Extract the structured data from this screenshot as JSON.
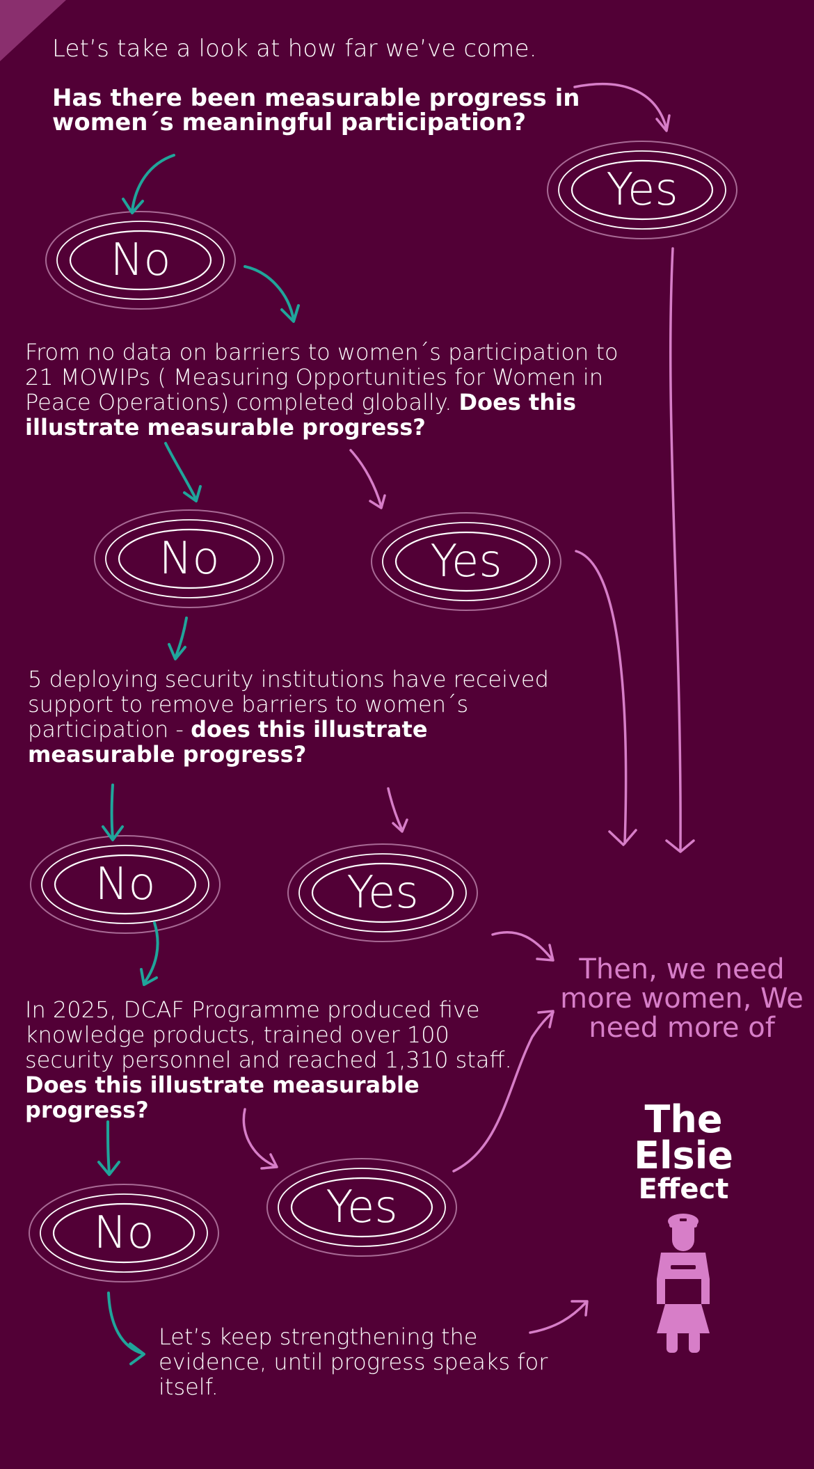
{
  "intro": "Let’s take a look at how far we’ve come.",
  "question1": "Has there been measurable progress in women´s meaningful participation?",
  "step2": {
    "text": "From no data on barriers to women´s participation to 21 MOWIPs ( Measuring Opportunities for Women in Peace Operations) completed globally.",
    "question": "Does this illustrate measurable progress?"
  },
  "step3": {
    "text": "5 deploying security institutions have received support to remove barriers to women´s participation -",
    "question": "does this illustrate measurable progress?"
  },
  "step4": {
    "text": "In 2025, DCAF Programme produced five knowledge products, trained over 100 security personnel and  reached 1,310 staff.",
    "question": "Does this illustrate measurable progress?"
  },
  "closing": "Let’s keep  strengthening the evidence, until progress speaks for itself.",
  "answers": {
    "yes": "Yes",
    "no": "No"
  },
  "conclusion": "Then,  we need more women, We need more of",
  "effect": {
    "line1": "The",
    "line2": "Elsie",
    "line3": "Effect"
  },
  "colors": {
    "background": "#520036",
    "no_arrow": "#20a59b",
    "yes_arrow": "#d77ec8",
    "bubble_outer": "#a86a95",
    "bubble_inner": "#ffffff",
    "figure": "#d77ec8"
  },
  "icons": [
    "corner-triangle",
    "curved-arrow",
    "peacekeeper-figure-icon"
  ]
}
